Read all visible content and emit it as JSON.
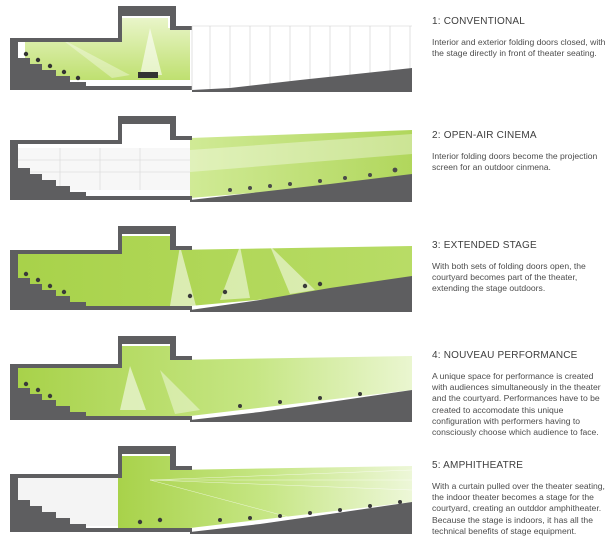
{
  "scenarios": [
    {
      "heading": "1: CONVENTIONAL",
      "description": "Interior and exterior folding doors closed, with the stage directly in front of theater seating."
    },
    {
      "heading": "2: OPEN-AIR CINEMA",
      "description": "Interior folding doors become the projection screen for an outdoor cinmena."
    },
    {
      "heading": "3: EXTENDED STAGE",
      "description": "With both sets of folding doors open, the courtyard becomes part of the theater, extending the stage outdoors."
    },
    {
      "heading": "4: NOUVEAU PERFORMANCE",
      "description": "A unique space for performance is created with audiences simultaneously in the theater and the courtyard. Performances have to be created to accomodate this unique configuration with performers having to consciously choose which audience to face."
    },
    {
      "heading": "5: AMPHITHEATRE",
      "description": "With a curtain pulled over the theater seating, the indoor theater becomes a stage for the courtyard, creating an outddor amphitheater. Because the stage is indoors, it has all the technical benefits of stage equipment."
    }
  ],
  "colors": {
    "building": "#5e5e60",
    "green": "#a8d24a",
    "green_light": "#d6ec9a",
    "line": "#9a9a9a",
    "text": "#4d4d4d"
  }
}
